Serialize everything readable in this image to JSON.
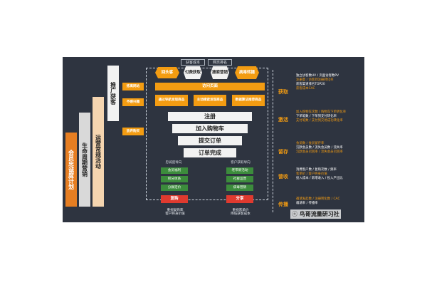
{
  "pillars": [
    {
      "label": "会员忠诚度计划"
    },
    {
      "label": "生命周期营销"
    },
    {
      "label": "运营常规活动"
    }
  ],
  "promo": {
    "label": "推广获客"
  },
  "left_tags": [
    "拣离网站",
    "不感兴趣",
    "放弃购买"
  ],
  "top_tabs": [
    "获客成本",
    "网页排名"
  ],
  "channels": [
    {
      "label": "回头客"
    },
    {
      "label": "付费获取"
    },
    {
      "label": "搜索营销"
    },
    {
      "label": "病毒转播"
    }
  ],
  "visit_page": "访问页面",
  "nav_boxes": [
    "通过导航发现商品",
    "主动搜索发现商品",
    "数据算法推荐商品"
  ],
  "funnel": [
    "注册",
    "加入购物车",
    "提交订单",
    "订单完成"
  ],
  "loyalty": {
    "title": "忠诚度导向",
    "items": [
      "会员福利",
      "积分体系",
      "分群定价"
    ],
    "action": "复购",
    "result": "重视复购率\n客户终身价值"
  },
  "acquisition": {
    "title": "客户获取导向",
    "items": [
      "老带新活动",
      "社群运营",
      "病毒营销"
    ],
    "action": "分享",
    "result": "重视客单价\n降低获客成本"
  },
  "stages": [
    {
      "label": "获取",
      "lines": [
        {
          "t": "独立访客数UV / 页面访客数PV",
          "o": false
        },
        {
          "t": "注册量 / 访客到注册转化率",
          "o": true
        },
        {
          "t": "获客渠道排名TOP20",
          "o": false
        },
        {
          "t": "获客成本CAC",
          "o": true
        }
      ]
    },
    {
      "label": "激活",
      "lines": [
        {
          "t": "加入购物车次数 / 购物车下单转化率",
          "o": true
        },
        {
          "t": "下单笔数 / 下单到支付转化率",
          "o": false
        },
        {
          "t": "支付笔数 / 支付到交易成功转化率",
          "o": true
        }
      ]
    },
    {
      "label": "留存",
      "lines": [
        {
          "t": "会员数 / 会员留存率",
          "o": true
        },
        {
          "t": "沉默会员数 / 流失会员数 / 流失率",
          "o": false
        },
        {
          "t": "沉默会员召回率 / 流失会员召回率",
          "o": true
        }
      ]
    },
    {
      "label": "营收",
      "lines": [
        {
          "t": "消费客户数 / 复购次数 / 频率",
          "o": false
        },
        {
          "t": "客单价 / 客户终身价值",
          "o": true
        },
        {
          "t": "投入成本 / 新增收入 / 投入产出比",
          "o": false
        }
      ]
    },
    {
      "label": "传播",
      "lines": [
        {
          "t": "邀请发起数 / 注册转化数 / CAC",
          "o": true
        },
        {
          "t": "邀请率 / 传播率",
          "o": false
        }
      ]
    }
  ],
  "watermark": "鸟哥流量研习社"
}
